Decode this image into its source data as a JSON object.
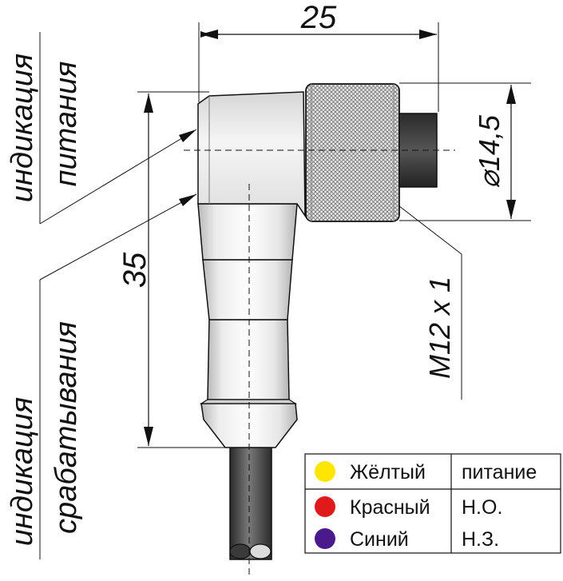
{
  "dimensions": {
    "width": "25",
    "height": "35",
    "diameter": "⌀14,5",
    "thread": "M12 x 1"
  },
  "labels": {
    "power_indication": [
      "индикация",
      "питания"
    ],
    "trigger_indication": [
      "индикация",
      "срабатывания"
    ]
  },
  "legend": {
    "rows": [
      {
        "color_name": "Жёлтый",
        "meaning": "питание",
        "color": "#ffe600"
      },
      {
        "color_name": "Красный",
        "meaning": "Н.О.",
        "color": "#e01a1a"
      },
      {
        "color_name": "Синий",
        "meaning": "Н.З.",
        "color": "#4a1a8c"
      }
    ]
  }
}
